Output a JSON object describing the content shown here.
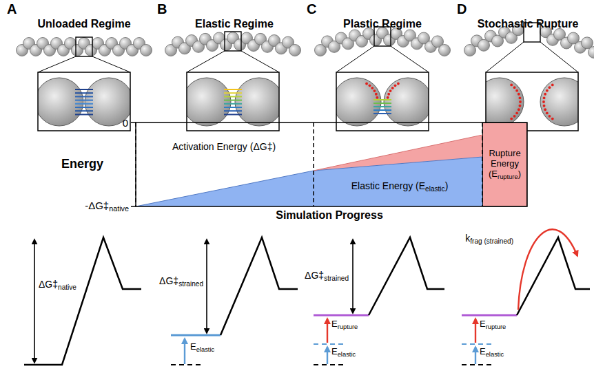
{
  "diagram": {
    "nodes": [
      {
        "text": [
          "Rupture Energy",
          "(E",
          "rupture",
          ")"
        ]
      }
    ],
    "labels": [
      "A",
      "Unloaded Regime",
      "B",
      "Elastic Regime",
      "C",
      "Plastic Regime",
      "D",
      "Stochastic Rupture",
      "0",
      "Energy",
      "-ΔG‡",
      "native",
      "Simulation Progress",
      "Activation Energy (ΔG‡)",
      "Elastic Energy (E",
      "elastic",
      ")",
      "ΔG‡",
      "native",
      "ΔG‡",
      "strained",
      "E",
      "elastic",
      "ΔG‡",
      "strained",
      "E",
      "rupture",
      "E",
      "elastic",
      "k",
      "frag (strained)",
      "E",
      "rupture",
      "E",
      "elastic"
    ]
  }
}
